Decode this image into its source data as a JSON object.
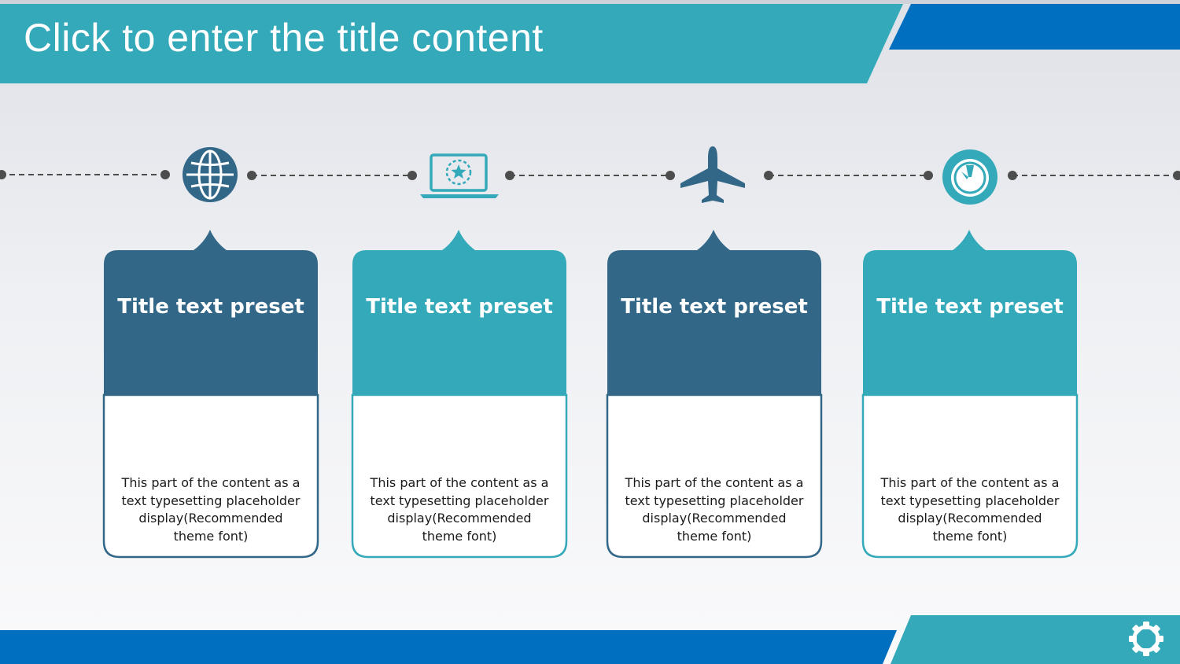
{
  "slide": {
    "title": "Click to enter the title content"
  },
  "colors": {
    "teal": "#33a9b9",
    "navy": "#336788",
    "blue": "#006fc0",
    "line": "#4d4d4d"
  },
  "timeline": {
    "icons": [
      "globe-icon",
      "laptop-star-icon",
      "airplane-icon",
      "clock-icon"
    ]
  },
  "cards": [
    {
      "title": "Title text preset",
      "body": "This part of the content as a text typesetting placeholder display(Recommended theme font)",
      "color": "#336788"
    },
    {
      "title": "Title text preset",
      "body": "This part of the content as a text typesetting placeholder display(Recommended theme font)",
      "color": "#33a9b9"
    },
    {
      "title": "Title text preset",
      "body": "This part of the content as a text typesetting placeholder display(Recommended theme font)",
      "color": "#336788"
    },
    {
      "title": "Title text preset",
      "body": "This part of the content as a text typesetting placeholder display(Recommended theme font)",
      "color": "#33a9b9"
    }
  ],
  "footer": {
    "icon": "gear-icon"
  }
}
